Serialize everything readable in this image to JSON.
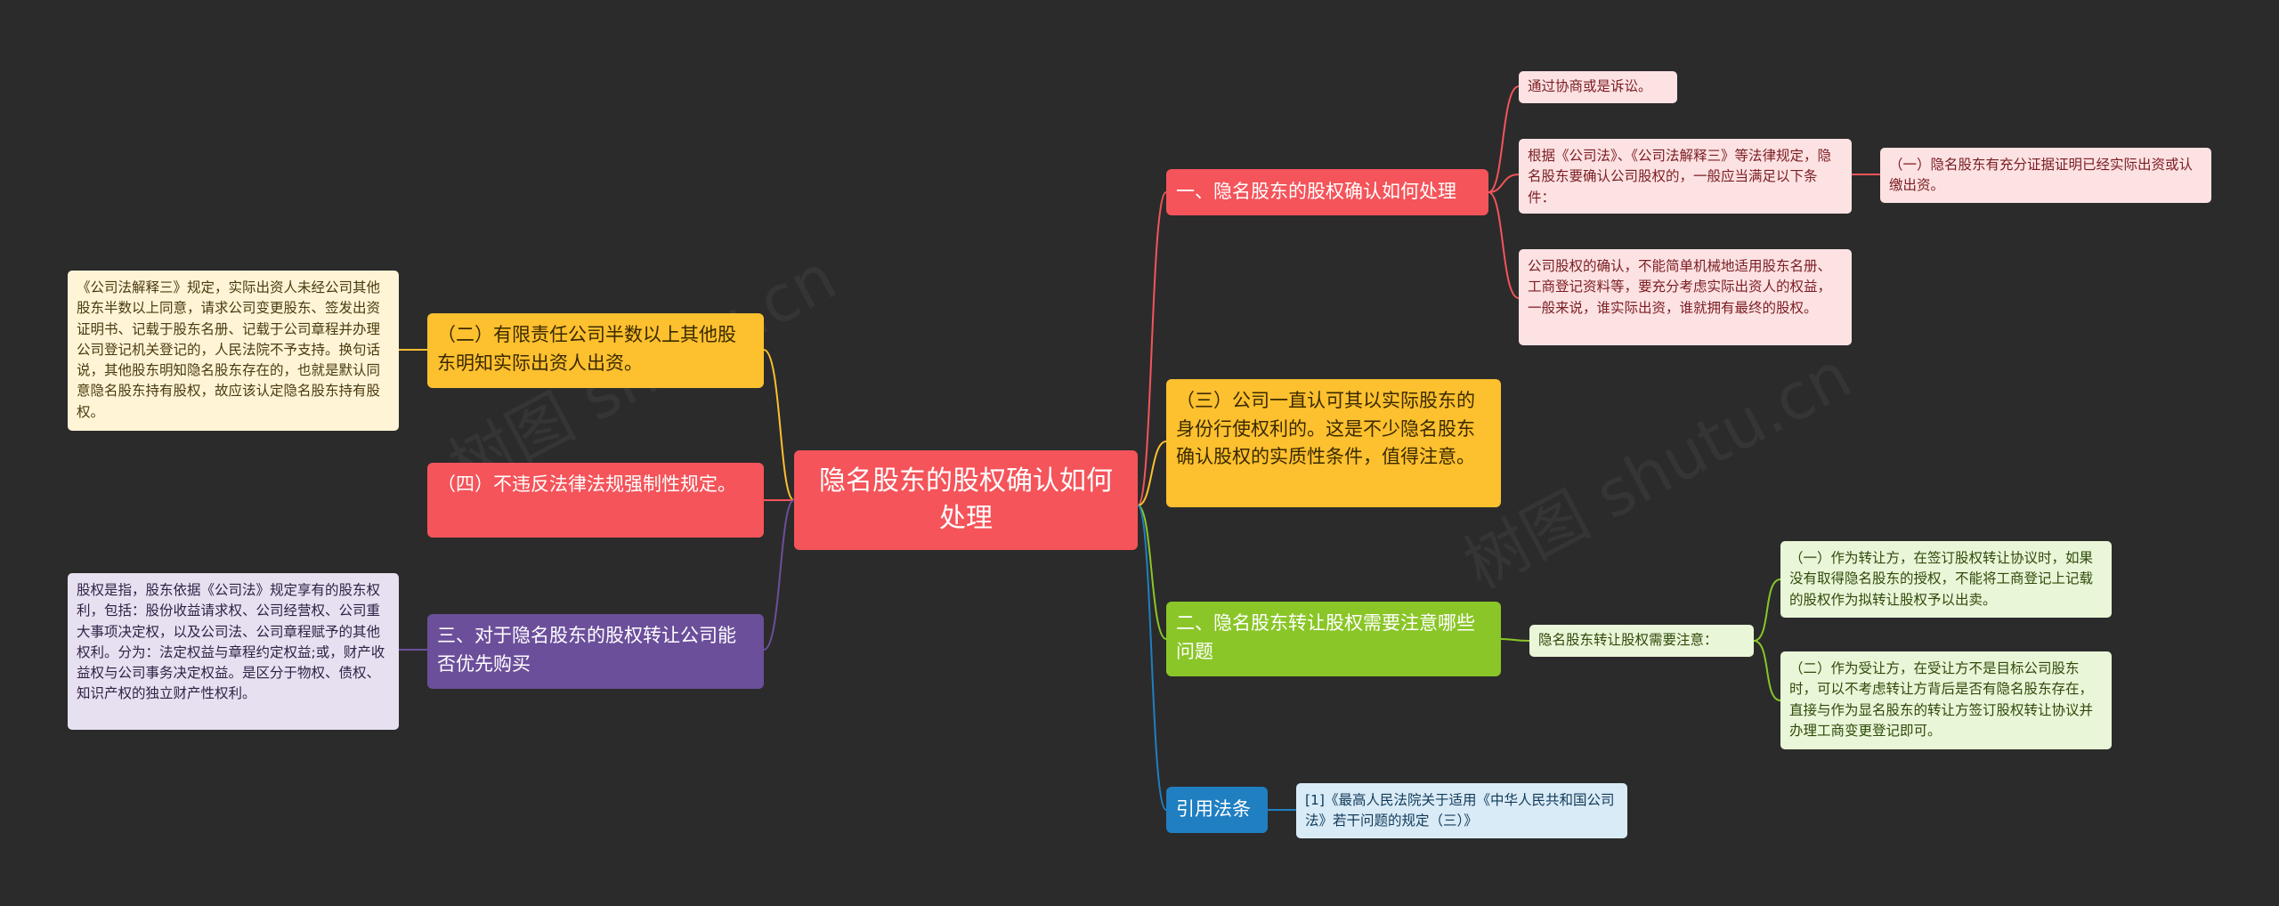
{
  "colors": {
    "background": "#2b2b2b",
    "red": "#f4545a",
    "yellow": "#fdc02e",
    "green": "#8ac628",
    "blue": "#1f7fc1",
    "purple": "#6c4f9b"
  },
  "watermark": "树图 shutu.cn",
  "root": {
    "text": "隐名股东的股权确认如何处理"
  },
  "right": {
    "branch1": {
      "text": "一、隐名股东的股权确认如何处理",
      "child1": "通过协商或是诉讼。",
      "child2": "根据《公司法》、《公司法解释三》等法律规定，隐名股东要确认公司股权的，一般应当满足以下条件：",
      "child2_sub": "（一）隐名股东有充分证据证明已经实际出资或认缴出资。",
      "child3": "公司股权的确认，不能简单机械地适用股东名册、工商登记资料等，要充分考虑实际出资人的权益，一般来说，谁实际出资，谁就拥有最终的股权。"
    },
    "branch2": {
      "text": "（三）公司一直认可其以实际股东的身份行使权利的。这是不少隐名股东确认股权的实质性条件，值得注意。"
    },
    "branch3": {
      "text": "二、隐名股东转让股权需要注意哪些问题",
      "child": "隐名股东转让股权需要注意：",
      "sub1": "（一）作为转让方，在签订股权转让协议时，如果没有取得隐名股东的授权，不能将工商登记上记载的股权作为拟转让股权予以出卖。",
      "sub2": "（二）作为受让方，在受让方不是目标公司股东时，可以不考虑转让方背后是否有隐名股东存在，直接与作为显名股东的转让方签订股权转让协议并办理工商变更登记即可。"
    },
    "branch4": {
      "text": "引用法条",
      "child": "[1]《最高人民法院关于适用《中华人民共和国公司法》若干问题的规定（三）》"
    }
  },
  "left": {
    "branch1": {
      "text": "（二）有限责任公司半数以上其他股东明知实际出资人出资。",
      "child": "《公司法解释三》规定，实际出资人未经公司其他股东半数以上同意，请求公司变更股东、签发出资证明书、记载于股东名册、记载于公司章程并办理公司登记机关登记的，人民法院不予支持。换句话说，其他股东明知隐名股东存在的，也就是默认同意隐名股东持有股权，故应该认定隐名股东持有股权。"
    },
    "branch2": {
      "text": "（四）不违反法律法规强制性规定。"
    },
    "branch3": {
      "text": "三、对于隐名股东的股权转让公司能否优先购买",
      "child": "股权是指，股东依据《公司法》规定享有的股东权利，包括：股份收益请求权、公司经营权、公司重大事项决定权，以及公司法、公司章程赋予的其他权利。分为：法定权益与章程约定权益;或，财产收益权与公司事务决定权益。是区分于物权、债权、知识产权的独立财产性权利。"
    }
  }
}
